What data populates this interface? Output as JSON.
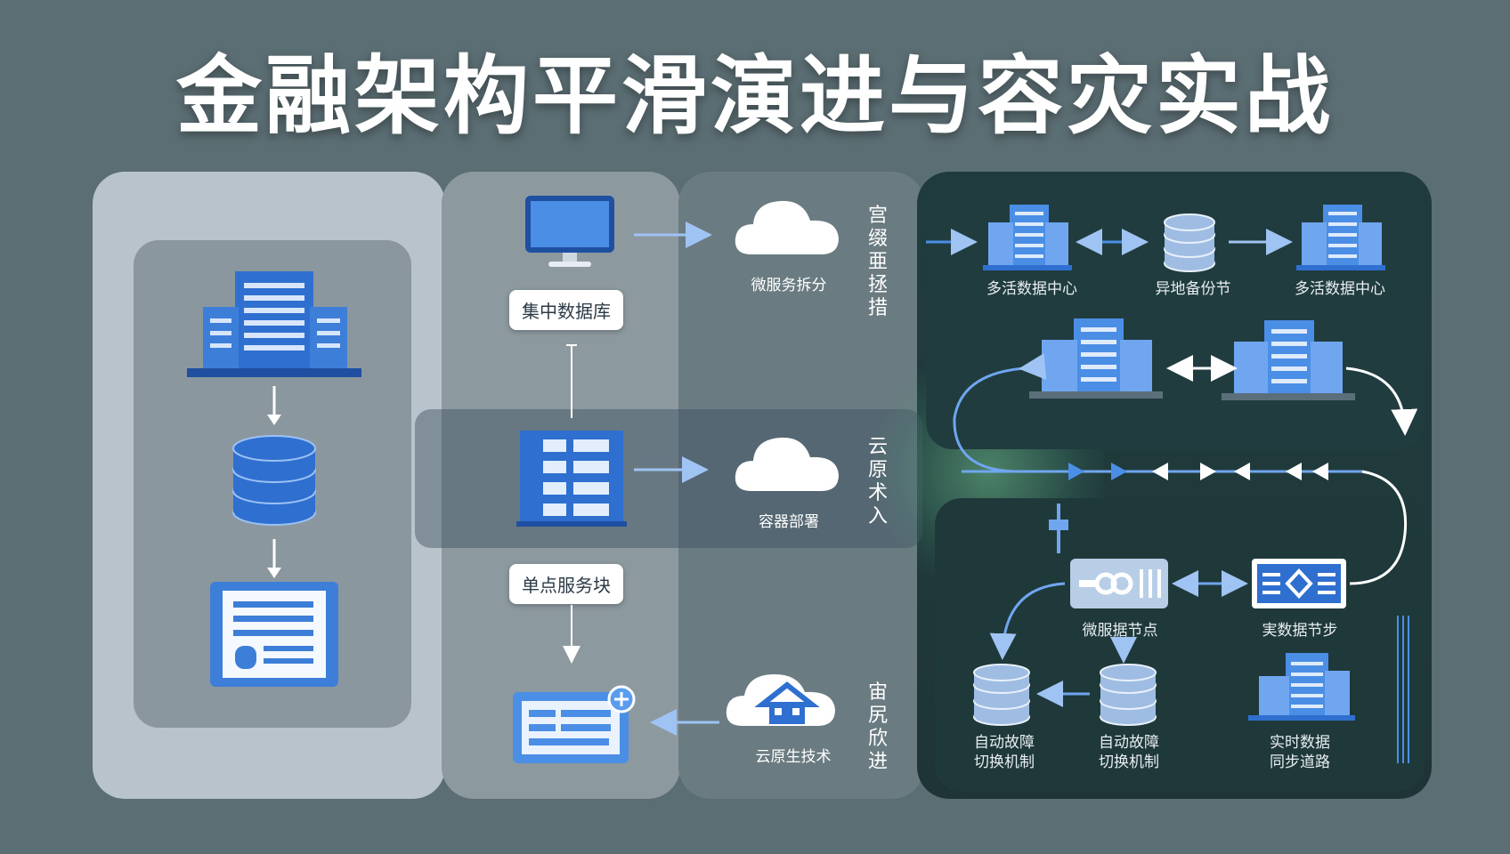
{
  "title": "金融架构平滑演进与容灾实战",
  "center": {
    "pill_top": "集中数据库",
    "pill_bottom": "单点服务块",
    "cloud_labels": [
      "微服务拆分",
      "容器部署",
      "云原生技术"
    ],
    "vertical_labels": [
      "宫缀亜拯措",
      "云原术入",
      "宙尻欣进"
    ]
  },
  "right_top": {
    "labels": [
      "多活数据中心",
      "异地备份节",
      "多活数据中心"
    ]
  },
  "right_bottom": {
    "node_labels": [
      "微服据节点",
      "実数据节步"
    ],
    "db_labels": [
      "自动故障\n切换机制",
      "自动故障\n切换机制"
    ],
    "sync_label": "实时数据\n同步道路"
  },
  "colors": {
    "accent_blue": "#2f6fd0",
    "light_blue": "#6fa6ef",
    "dark_panel": "#1f3b3e",
    "arrow": "#ffffff"
  }
}
